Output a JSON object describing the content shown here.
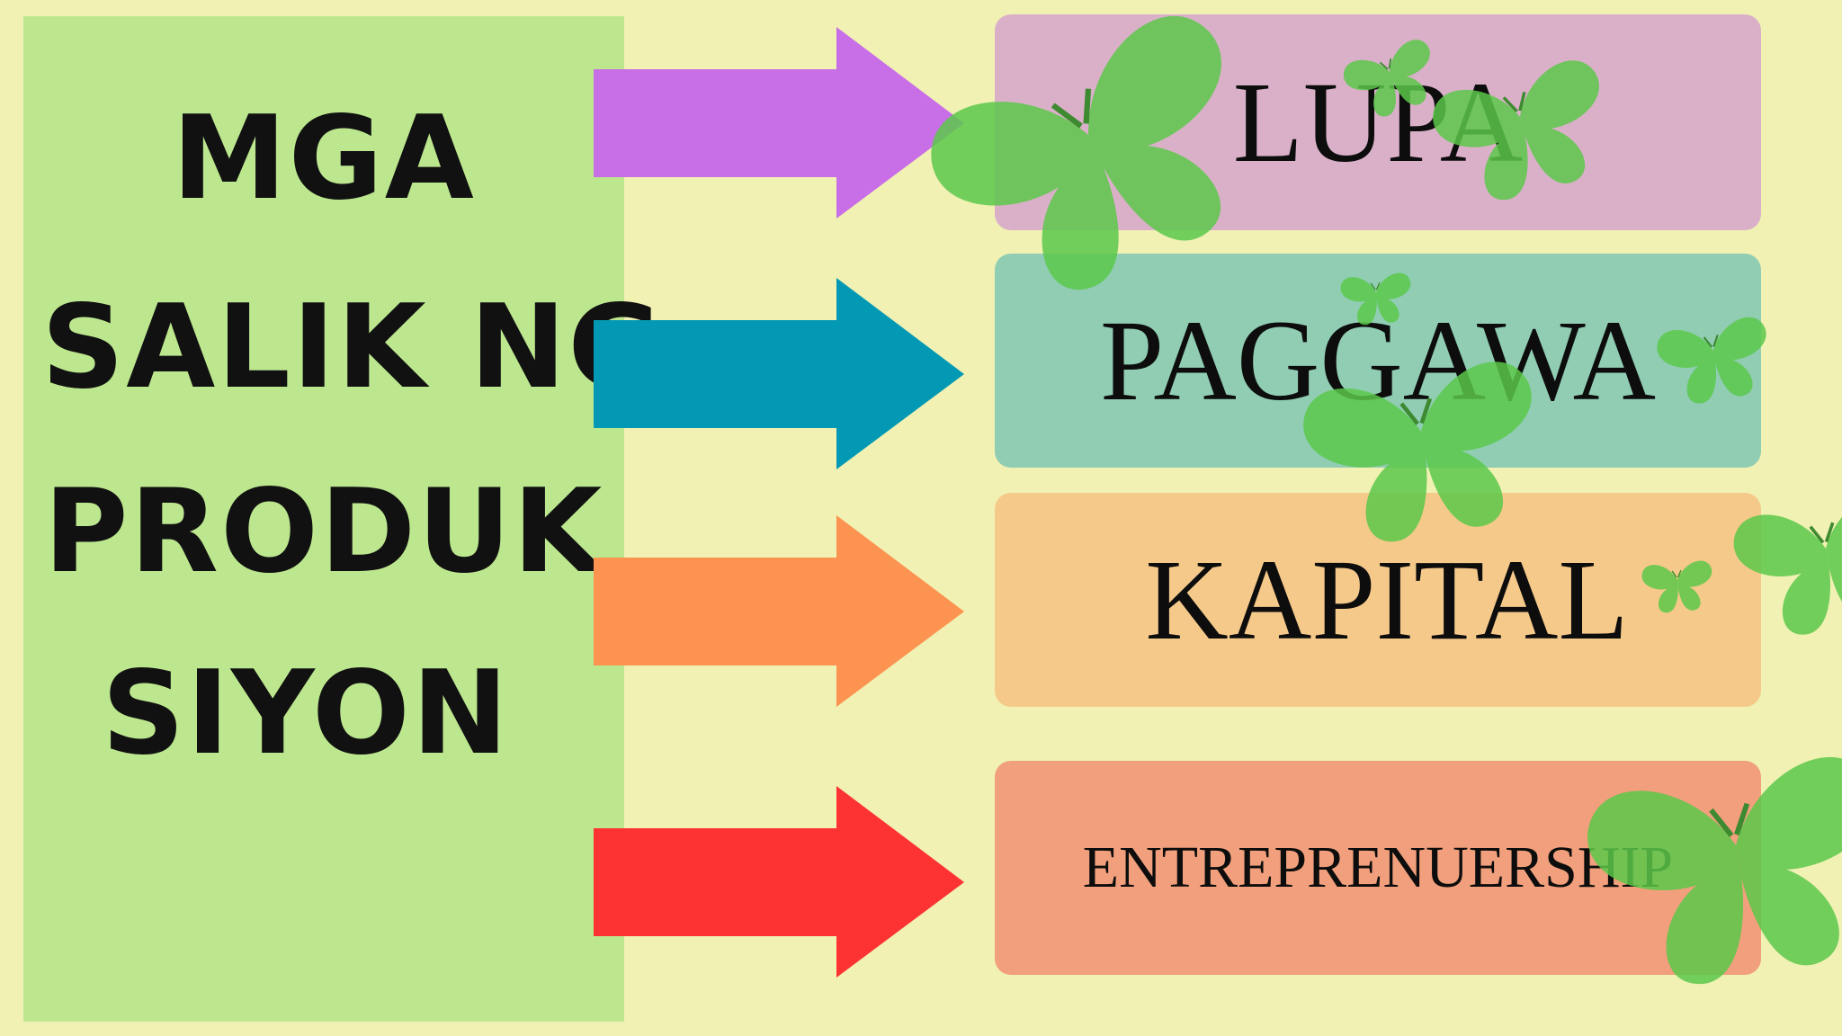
{
  "title": {
    "lines": [
      "MGA",
      "SALIK NG",
      "PRODUK",
      "SIYON"
    ]
  },
  "factors": [
    {
      "label": "LUPA",
      "arrow_color": "#c86ee6",
      "box_color": "#dab0c9"
    },
    {
      "label": "PAGGAWA",
      "arrow_color": "#0399b4",
      "box_color": "#90cdb3"
    },
    {
      "label": "KAPITAL",
      "arrow_color": "#fd9350",
      "box_color": "#f5c98a"
    },
    {
      "label": "ENTREPRENUERSHIP",
      "arrow_color": "#fd3333",
      "box_color": "#f19f7c"
    }
  ],
  "colors": {
    "background": "#f1f1b4",
    "left_panel": "#bde78f",
    "butterfly": "#5cc84a"
  },
  "decorations": [
    "butterfly-icon"
  ]
}
